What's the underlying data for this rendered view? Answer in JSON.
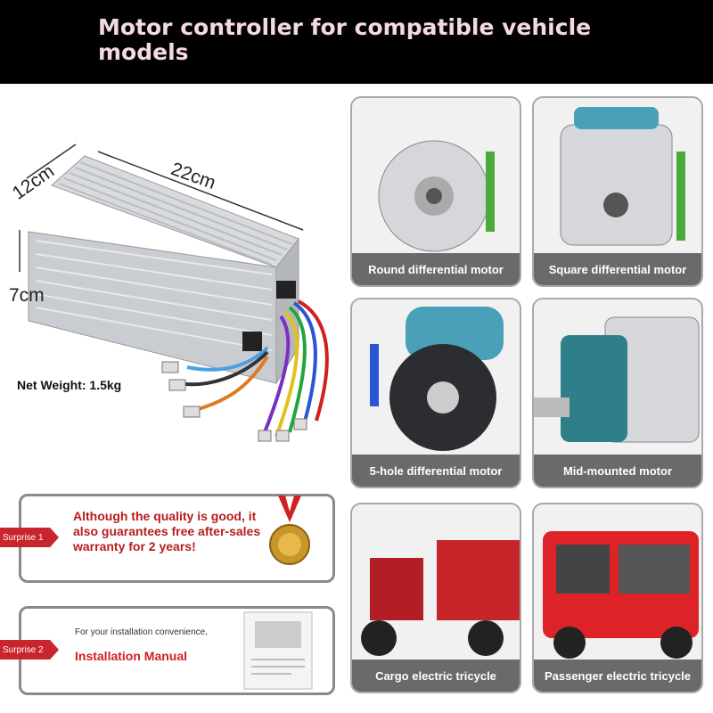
{
  "header": {
    "title": "Motor controller for compatible vehicle models"
  },
  "controller": {
    "width_label": "22cm",
    "depth_label": "12cm",
    "height_label": "7cm",
    "net_weight": "Net Weight: 1.5kg"
  },
  "cards": [
    {
      "label": "Round differential motor"
    },
    {
      "label": "Square differential motor"
    },
    {
      "label": "5-hole differential motor"
    },
    {
      "label": "Mid-mounted motor"
    },
    {
      "label": "Cargo electric tricycle"
    },
    {
      "label": "Passenger electric tricycle"
    }
  ],
  "surprise1": {
    "tag": "Surprise 1",
    "text": "Although the quality is good, it also guarantees free after-sales warranty for 2 years!"
  },
  "surprise2": {
    "tag": "Surprise 2",
    "small": "For your installation convenience,",
    "big": "Installation Manual"
  },
  "colors": {
    "accent_red": "#c9252d",
    "caption_bg": "#6a6a6a",
    "header_bg": "#000000"
  }
}
